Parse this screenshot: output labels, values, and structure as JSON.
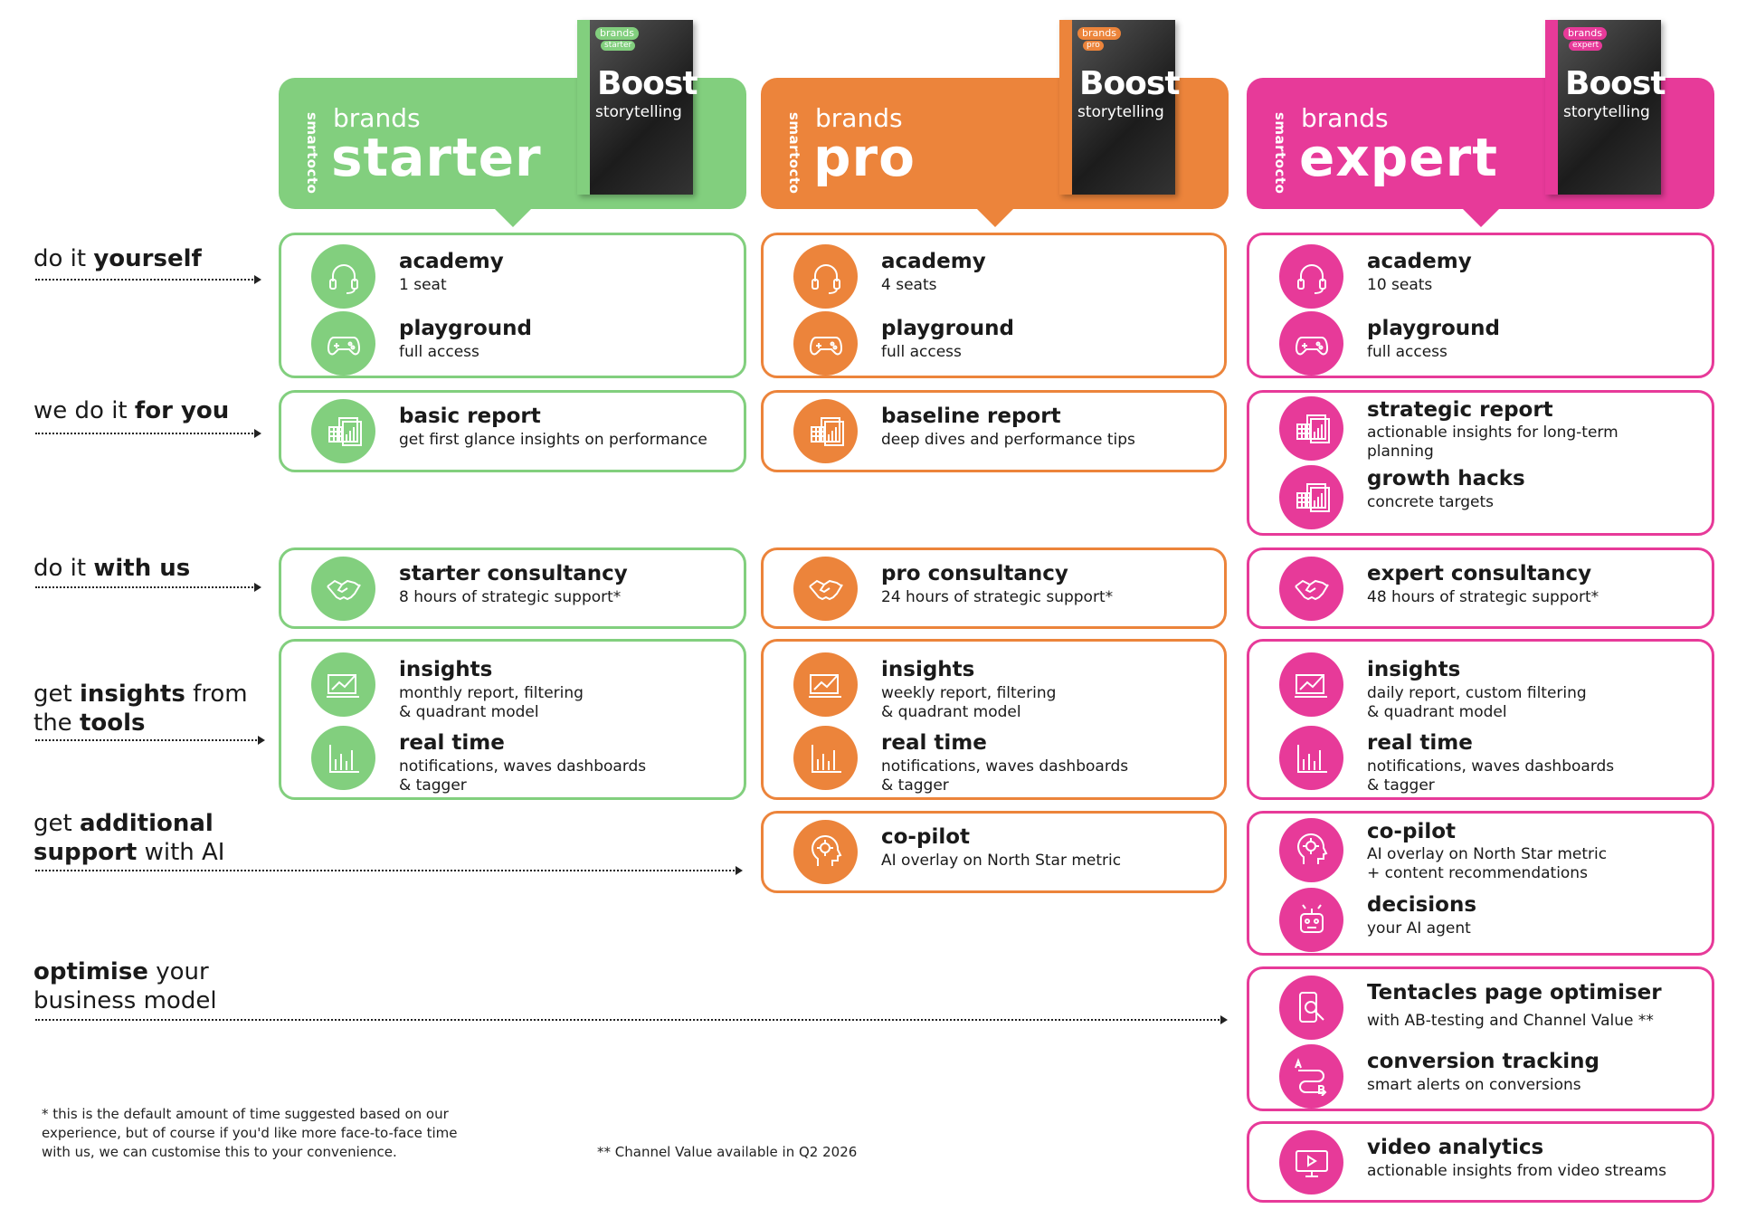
{
  "colors": {
    "starter": "#82cf7e",
    "pro": "#ec843b",
    "expert": "#e73a99"
  },
  "rows": [
    {
      "pre": "do it",
      "bold": "yourself",
      "post": ""
    },
    {
      "pre": "we do it",
      "bold": "for you",
      "post": ""
    },
    {
      "pre": "do it",
      "bold": "with us",
      "post": ""
    },
    {
      "pre": "get",
      "bold": "insights",
      "post": "from",
      "line2pre": "the",
      "line2bold": "tools"
    },
    {
      "pre": "get",
      "bold": "additional",
      "line2bold": "support",
      "line2post": "with AI"
    },
    {
      "bold": "optimise",
      "post": "your",
      "line2post": "business model"
    }
  ],
  "tiers": [
    {
      "logo": "smartocto",
      "brands": "brands",
      "name": "starter",
      "book": {
        "pill": "brands",
        "pill2": "starter",
        "title": "Boost",
        "subtitle": "storytelling"
      }
    },
    {
      "logo": "smartocto",
      "brands": "brands",
      "name": "pro",
      "book": {
        "pill": "brands",
        "pill2": "pro",
        "title": "Boost",
        "subtitle": "storytelling"
      }
    },
    {
      "logo": "smartocto",
      "brands": "brands",
      "name": "expert",
      "book": {
        "pill": "brands",
        "pill2": "expert",
        "title": "Boost",
        "subtitle": "storytelling"
      }
    }
  ],
  "starter": {
    "academy": {
      "title": "academy",
      "sub": "1 seat"
    },
    "playground": {
      "title": "playground",
      "sub": "full access"
    },
    "report": {
      "title": "basic report",
      "sub": "get first glance insights on performance"
    },
    "consultancy": {
      "title": "starter consultancy",
      "sub": "8 hours of strategic support*"
    },
    "insights": {
      "title": "insights",
      "sub1": "monthly report, filtering",
      "sub2": "& quadrant model"
    },
    "realtime": {
      "title": "real time",
      "sub1": "notifications, waves dashboards",
      "sub2": "& tagger"
    }
  },
  "pro": {
    "academy": {
      "title": "academy",
      "sub": "4 seats"
    },
    "playground": {
      "title": "playground",
      "sub": "full access"
    },
    "report": {
      "title": "baseline report",
      "sub": "deep dives and performance tips"
    },
    "consultancy": {
      "title": "pro consultancy",
      "sub": "24 hours of strategic support*"
    },
    "insights": {
      "title": "insights",
      "sub1": "weekly report, filtering",
      "sub2": "& quadrant model"
    },
    "realtime": {
      "title": "real time",
      "sub1": "notifications, waves dashboards",
      "sub2": "& tagger"
    },
    "copilot": {
      "title": "co-pilot",
      "sub": "AI overlay on North Star metric"
    }
  },
  "expert": {
    "academy": {
      "title": "academy",
      "sub": "10 seats"
    },
    "playground": {
      "title": "playground",
      "sub": "full access"
    },
    "report": {
      "title": "strategic report",
      "sub1": "actionable insights for long-term",
      "sub2": "planning"
    },
    "growth": {
      "title": "growth hacks",
      "sub": "concrete targets"
    },
    "consultancy": {
      "title": "expert consultancy",
      "sub": "48 hours of strategic support*"
    },
    "insights": {
      "title": "insights",
      "sub1": "daily report, custom filtering",
      "sub2": "& quadrant model"
    },
    "realtime": {
      "title": "real time",
      "sub1": "notifications, waves dashboards",
      "sub2": "& tagger"
    },
    "copilot": {
      "title": "co-pilot",
      "sub1": "AI overlay on North Star metric",
      "sub2": "+ content recommendations"
    },
    "decisions": {
      "title": "decisions",
      "sub": "your AI agent"
    },
    "tentacles": {
      "title": "Tentacles page optimiser",
      "sub": "with AB-testing and Channel Value **"
    },
    "conversion": {
      "title": "conversion tracking",
      "sub": "smart alerts on conversions"
    },
    "video": {
      "title": "video analytics",
      "sub": "actionable insights from video streams"
    }
  },
  "footnotes": {
    "note1": [
      "* this is the default amount of time suggested based on our",
      "experience, but of course if you'd like more face-to-face time",
      "with us, we can customise this to your convenience."
    ],
    "note2": "** Channel Value available in Q2 2026"
  }
}
